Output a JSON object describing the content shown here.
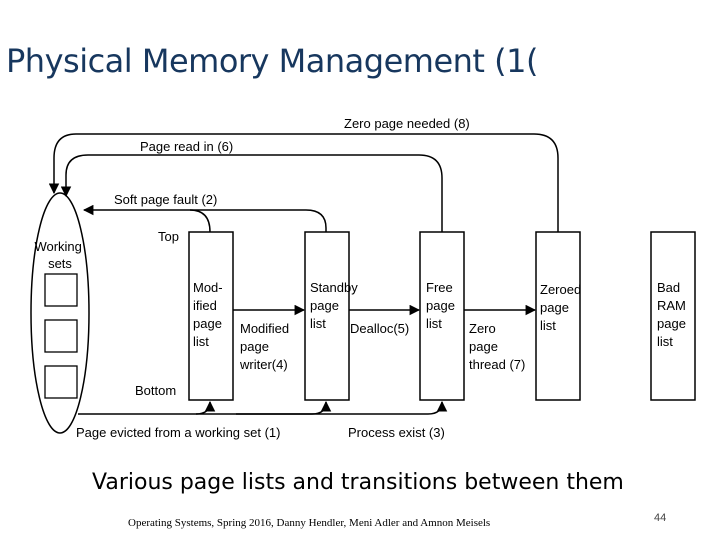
{
  "slide": {
    "title": "Physical Memory Management (1(",
    "caption": "Various page lists and transitions between them",
    "footer": "Operating Systems, Spring 2016, Danny Hendler, Meni Adler and Amnon Meisels",
    "page_number": "44"
  },
  "diagram": {
    "working_sets": [
      "Working",
      "sets"
    ],
    "top": "Top",
    "bottom": "Bottom",
    "lists": {
      "modified": [
        "Mod-",
        "ified",
        "page",
        "list"
      ],
      "standby": [
        "Standby",
        "page",
        "list"
      ],
      "free": [
        "Free",
        "page",
        "list"
      ],
      "zeroed": [
        "Zeroed",
        "page",
        "list"
      ],
      "bad": [
        "Bad",
        "RAM",
        "page",
        "list"
      ]
    },
    "transitions": {
      "zero_page_needed": "Zero page needed (8)",
      "page_read_in": "Page read in (6)",
      "soft_page_fault": "Soft page fault (2)",
      "modified_page_writer": [
        "Modified",
        "page",
        "writer(4)"
      ],
      "dealloc": "Dealloc(5)",
      "zero_page_thread": [
        "Zero",
        "page",
        "thread (7)"
      ],
      "page_evicted": "Page evicted from a working set (1)",
      "process_exit": "Process exist (3)"
    }
  }
}
